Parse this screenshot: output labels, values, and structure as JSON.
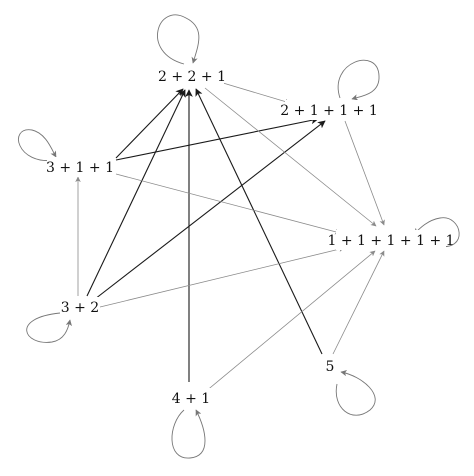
{
  "nodes": [
    {
      "id": "n221",
      "label": "2 + 2 + 1"
    },
    {
      "id": "n2111",
      "label": "2 + 1 + 1 + 1"
    },
    {
      "id": "n311",
      "label": "3 + 1 + 1"
    },
    {
      "id": "n11111",
      "label": "1 + 1 + 1 + 1 + 1"
    },
    {
      "id": "n32",
      "label": "3 + 2"
    },
    {
      "id": "n5",
      "label": "5"
    },
    {
      "id": "n41",
      "label": "4 + 1"
    }
  ],
  "colors": {
    "dark_edge": "#1a1a1a",
    "light_edge": "#8a8a8a",
    "loop": "#777777",
    "text": "#111111"
  }
}
